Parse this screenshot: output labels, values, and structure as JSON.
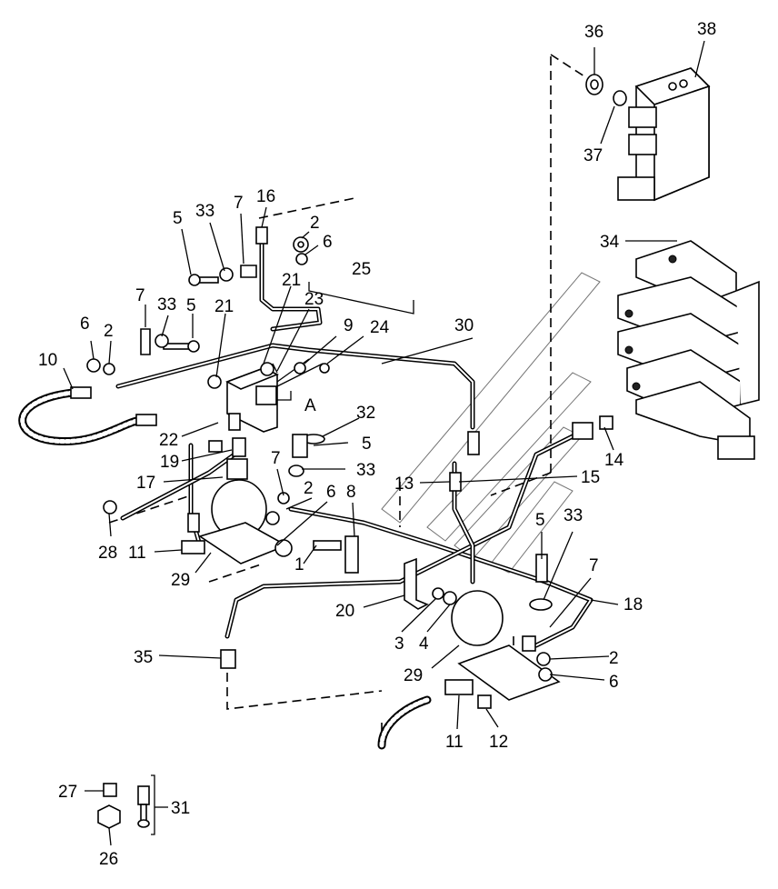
{
  "callouts": [
    {
      "id": "c36",
      "text": "36"
    },
    {
      "id": "c38",
      "text": "38"
    },
    {
      "id": "c37",
      "text": "37"
    },
    {
      "id": "c16",
      "text": "16"
    },
    {
      "id": "c7a",
      "text": "7"
    },
    {
      "id": "c33a",
      "text": "33"
    },
    {
      "id": "c5a",
      "text": "5"
    },
    {
      "id": "c2a",
      "text": "2"
    },
    {
      "id": "c6a",
      "text": "6"
    },
    {
      "id": "c34",
      "text": "34"
    },
    {
      "id": "c25",
      "text": "25"
    },
    {
      "id": "c21a",
      "text": "21"
    },
    {
      "id": "c23",
      "text": "23"
    },
    {
      "id": "c7b",
      "text": "7"
    },
    {
      "id": "c33b",
      "text": "33"
    },
    {
      "id": "c5b",
      "text": "5"
    },
    {
      "id": "c21b",
      "text": "21"
    },
    {
      "id": "c9",
      "text": "9"
    },
    {
      "id": "c24",
      "text": "24"
    },
    {
      "id": "c30",
      "text": "30"
    },
    {
      "id": "c6b",
      "text": "6"
    },
    {
      "id": "c2b",
      "text": "2"
    },
    {
      "id": "c10",
      "text": "10"
    },
    {
      "id": "cA",
      "text": "A"
    },
    {
      "id": "c32",
      "text": "32"
    },
    {
      "id": "c22",
      "text": "22"
    },
    {
      "id": "c5c",
      "text": "5"
    },
    {
      "id": "c19",
      "text": "19"
    },
    {
      "id": "c33c",
      "text": "33"
    },
    {
      "id": "c14",
      "text": "14"
    },
    {
      "id": "c7c",
      "text": "7"
    },
    {
      "id": "c13",
      "text": "13"
    },
    {
      "id": "c15",
      "text": "15"
    },
    {
      "id": "c17",
      "text": "17"
    },
    {
      "id": "c2c",
      "text": "2"
    },
    {
      "id": "c6c",
      "text": "6"
    },
    {
      "id": "c8",
      "text": "8"
    },
    {
      "id": "c28",
      "text": "28"
    },
    {
      "id": "c11a",
      "text": "11"
    },
    {
      "id": "c5d",
      "text": "5"
    },
    {
      "id": "c33d",
      "text": "33"
    },
    {
      "id": "c1",
      "text": "1"
    },
    {
      "id": "c29a",
      "text": "29"
    },
    {
      "id": "c7d",
      "text": "7"
    },
    {
      "id": "c18",
      "text": "18"
    },
    {
      "id": "c20",
      "text": "20"
    },
    {
      "id": "c3",
      "text": "3"
    },
    {
      "id": "c4",
      "text": "4"
    },
    {
      "id": "c35",
      "text": "35"
    },
    {
      "id": "c2d",
      "text": "2"
    },
    {
      "id": "c29b",
      "text": "29"
    },
    {
      "id": "c6d",
      "text": "6"
    },
    {
      "id": "c11b",
      "text": "11"
    },
    {
      "id": "c12",
      "text": "12"
    },
    {
      "id": "c27",
      "text": "27"
    },
    {
      "id": "c31",
      "text": "31"
    },
    {
      "id": "c26",
      "text": "26"
    }
  ]
}
